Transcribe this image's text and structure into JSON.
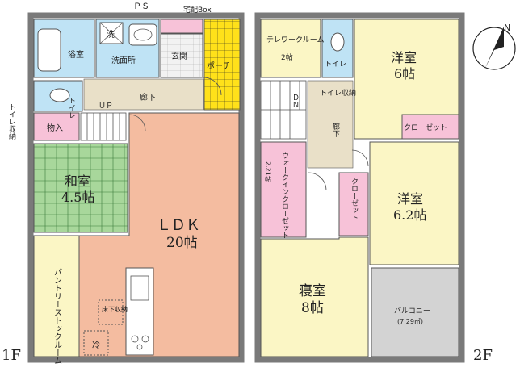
{
  "floor1": {
    "floor_label": "1F",
    "ps": "ＰＳ",
    "delivery_box": "宅配Box",
    "bath": "浴室",
    "laundry_mark": "洗",
    "washroom": "洗面所",
    "entrance": "玄関",
    "porch": "ポーチ",
    "toilet": "トイレ",
    "up": "ＵＰ",
    "hallway": "廊下",
    "toilet_storage": "トイレ収納",
    "storage": "物入",
    "washitsu": "和室",
    "washitsu_size": "4.5帖",
    "ldk": "ＬＤＫ",
    "ldk_size": "20帖",
    "pantry": "パントリーストックルーム",
    "underfloor": "床下収納",
    "hood": "冷"
  },
  "floor2": {
    "floor_label": "2F",
    "telework": "テレワークルーム",
    "telework_size": "2帖",
    "toilet": "トイレ",
    "dn": "ＤＮ",
    "toilet_storage": "トイレ収納",
    "hallway": "廊下",
    "western1": "洋室",
    "western1_size": "6帖",
    "closet1": "クローゼット",
    "wic": "ウォークインクローゼット",
    "wic_size": "2.21帖",
    "closet2": "クローゼット",
    "western2": "洋室",
    "western2_size": "6.2帖",
    "bedroom": "寝室",
    "bedroom_size": "8帖",
    "balcony": "バルコニー",
    "balcony_size": "(7.29㎡)"
  },
  "compass_label": "N",
  "colors": {
    "wall": "#7a7a7a",
    "wet": "#bfe3f5",
    "tatami": "#a8d79b",
    "ldk": "#f4bca0",
    "room": "#fbf6c5",
    "closet": "#f7c2d8",
    "hall": "#e9e0c8",
    "porch": "#ffe11a",
    "balcony": "#d3d3d3",
    "entrance": "#eeeeee"
  }
}
